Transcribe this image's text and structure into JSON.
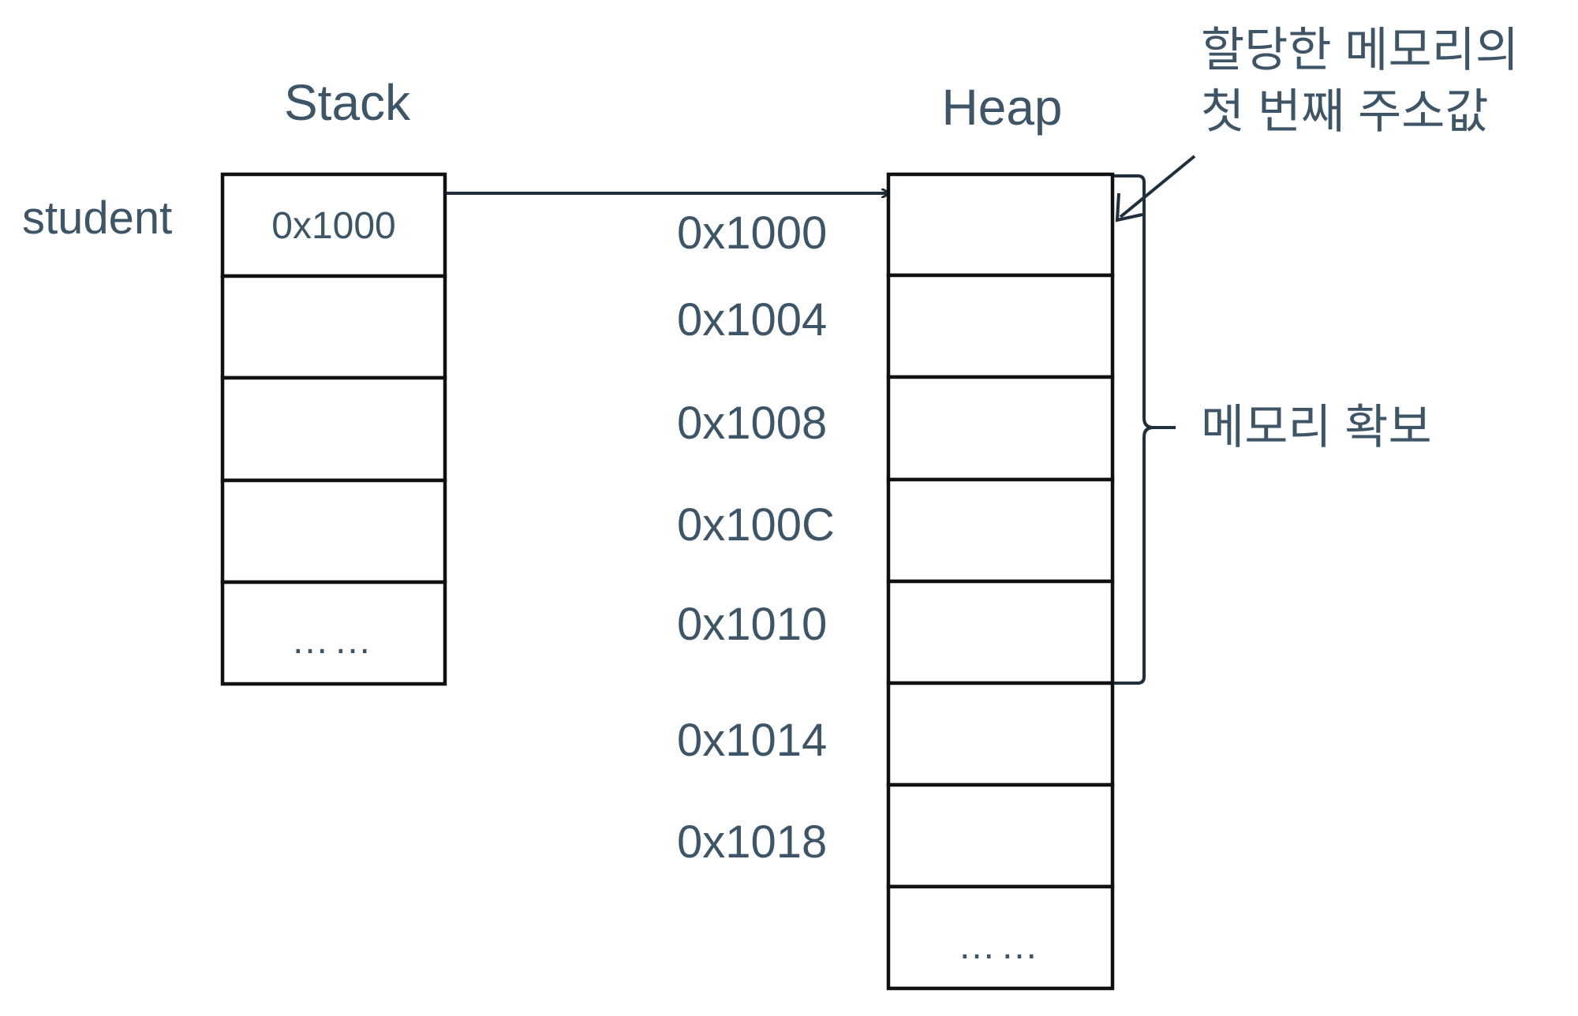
{
  "colors": {
    "text": "#3d5566",
    "line": "#111111",
    "arrow": "#1f2f3d"
  },
  "stack": {
    "title": "Stack",
    "variable_label": "student",
    "cells": [
      "0x1000",
      "",
      "",
      "",
      "……"
    ]
  },
  "heap": {
    "title": "Heap",
    "addresses": [
      "0x1000",
      "0x1004",
      "0x1008",
      "0x100C",
      "0x1010",
      "0x1014",
      "0x1018"
    ],
    "cells": [
      "",
      "",
      "",
      "",
      "",
      "",
      "",
      "……"
    ]
  },
  "annotations": {
    "first_address_line1": "할당한 메모리의",
    "first_address_line2": "첫 번째 주소값",
    "bracket_label": "메모리 확보"
  }
}
